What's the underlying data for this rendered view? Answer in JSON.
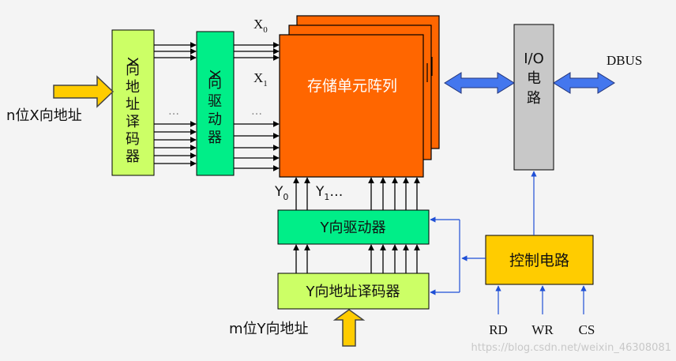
{
  "blocks": {
    "x_decoder": "X向地址译码器",
    "x_driver": "X向驱动器",
    "array": "存储单元阵列",
    "io": "I/O电路",
    "y_driver": "Y向驱动器",
    "y_decoder": "Y向地址译码器",
    "control": "控制电路"
  },
  "labels": {
    "n_addr": "n位X向地址",
    "m_addr": "m位Y向地址",
    "dbus": "DBUS",
    "x0": "X",
    "x0_sub": "0",
    "x1": "X",
    "x1_sub": "1",
    "y0": "Y",
    "y0_sub": "0",
    "y1": "Y",
    "y1_sub": "1",
    "y_ellipsis": "…",
    "dots_left": "…",
    "dots_right": "…",
    "rd": "RD",
    "wr": "WR",
    "cs": "CS"
  },
  "watermark": "https://blog.csdn.net/weixin_46308081",
  "colors": {
    "decoder": "#ccff66",
    "driver": "#00ee88",
    "array": "#ff6600",
    "io": "#c8c8c8",
    "control": "#ffcc00",
    "bus_arrow": "#4477ee",
    "input_arrow": "#ffcc00",
    "control_line": "#1e4fd6"
  }
}
